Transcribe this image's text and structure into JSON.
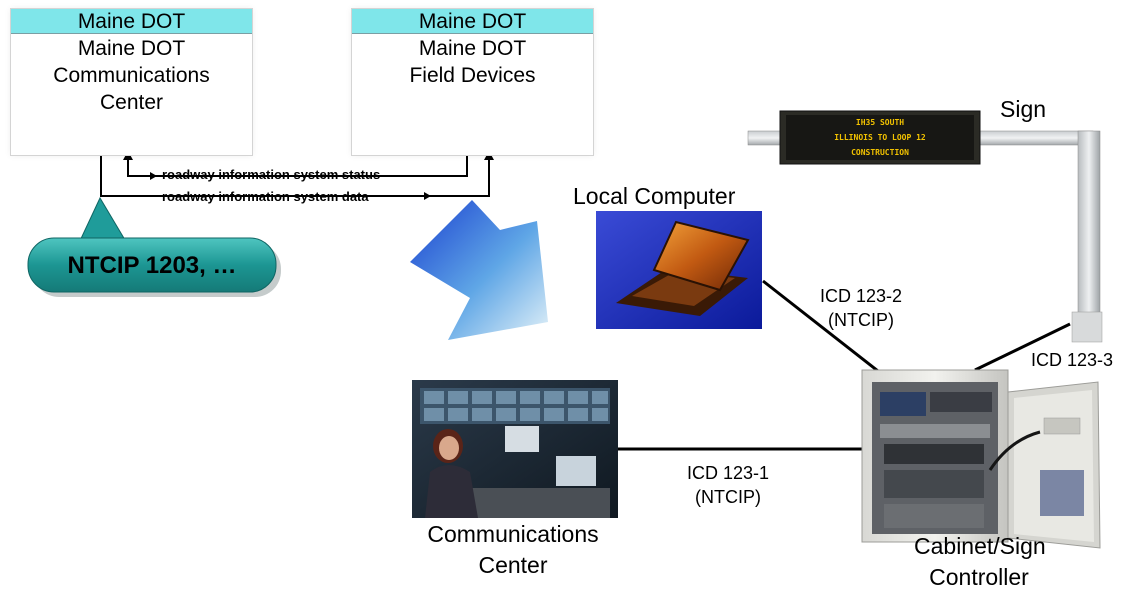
{
  "entities": [
    {
      "header": "Maine DOT",
      "lines": [
        "Maine DOT",
        "Communications",
        "Center"
      ]
    },
    {
      "header": "Maine DOT",
      "lines": [
        "Maine DOT",
        "Field Devices"
      ]
    }
  ],
  "flows": {
    "status": "roadway information system status",
    "data": "roadway information system data"
  },
  "standard_callout": "NTCIP 1203, …",
  "labels": {
    "sign": "Sign",
    "local_computer": "Local Computer",
    "communications_center": [
      "Communications",
      "Center"
    ],
    "cabinet": [
      "Cabinet/Sign",
      "Controller"
    ]
  },
  "sign_message": [
    "IH35 SOUTH",
    "ILLINOIS TO LOOP 12",
    "CONSTRUCTION"
  ],
  "interfaces": {
    "icd1": [
      "ICD 123-1",
      "(NTCIP)"
    ],
    "icd2": [
      "ICD 123-2",
      "(NTCIP)"
    ],
    "icd3": "ICD 123-3"
  },
  "colors": {
    "entity_header": "#7fe6ea",
    "callout": "#1f9c9a",
    "arrow_dark": "#1d4fd8",
    "arrow_light": "#cfe7f3",
    "sign_text": "#f2c200"
  }
}
